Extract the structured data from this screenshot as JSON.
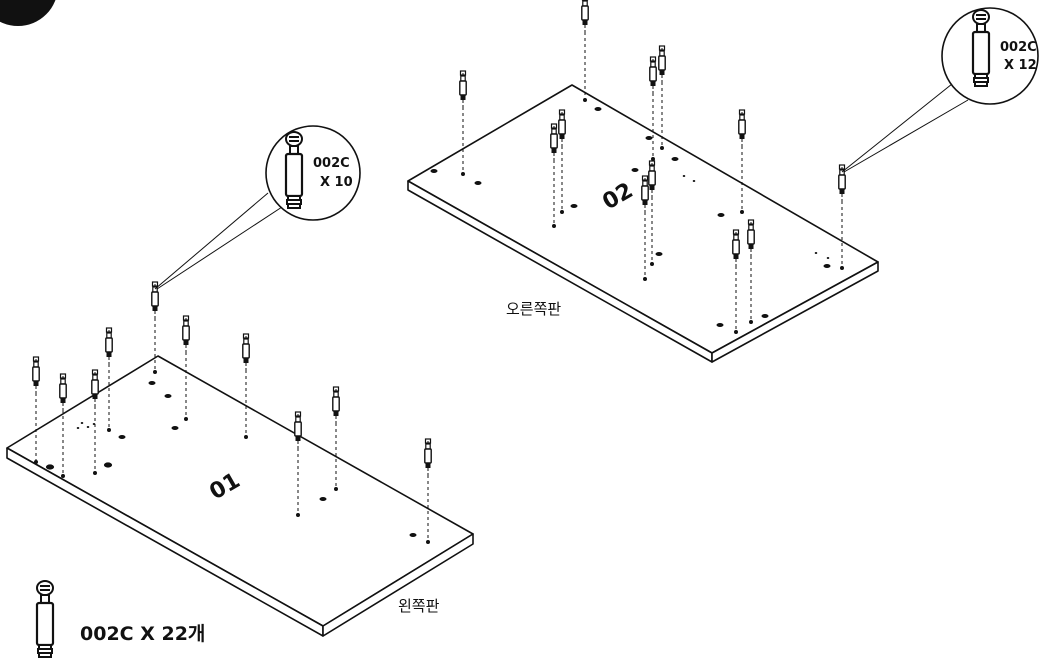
{
  "step_badge": {
    "color": "#111111"
  },
  "panels": {
    "left": {
      "number": "01",
      "label": "왼쪽판"
    },
    "right": {
      "number": "02",
      "label": "오른쪽판"
    }
  },
  "callouts": {
    "left": {
      "part": "002C",
      "qty": "X 10"
    },
    "right": {
      "part": "002C",
      "qty": "X 12"
    }
  },
  "summary": {
    "part_qty_text": "002C X 22개"
  },
  "icons": [
    "cam-dowel-icon",
    "callout-magnifier-icon",
    "step-badge-icon"
  ],
  "colors": {
    "line": "#111111",
    "background": "#ffffff"
  }
}
